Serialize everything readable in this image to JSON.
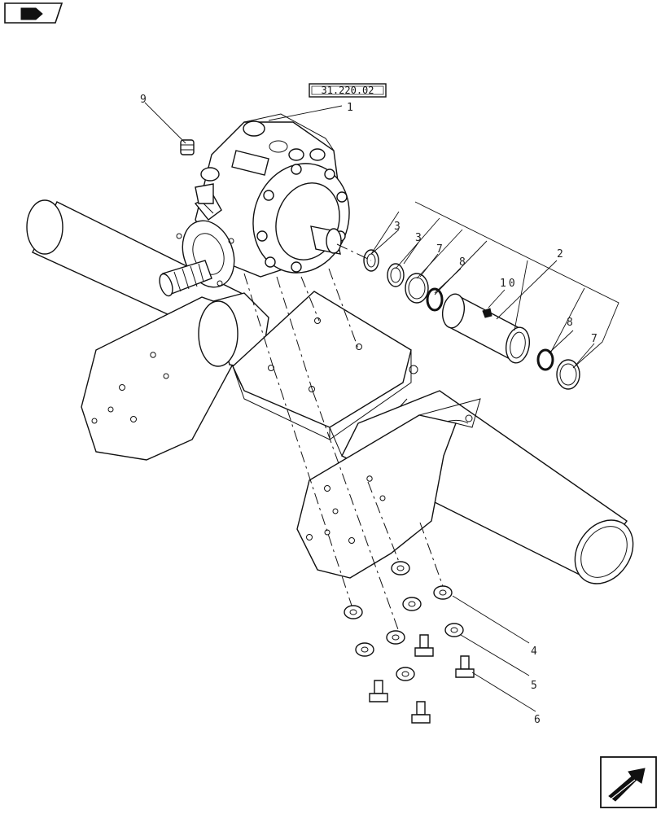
{
  "header": {
    "icon": "book-icon"
  },
  "reference_box": {
    "text": "31.220.02"
  },
  "callouts": {
    "c1": "1",
    "c2": "2",
    "c3a": "3",
    "c3b": "3",
    "c4": "4",
    "c5": "5",
    "c6": "6",
    "c7a": "7",
    "c7b": "7",
    "c8a": "8",
    "c8b": "8",
    "c9": "9",
    "c10": "10"
  },
  "footer": {
    "icon": "next-page-arrow-icon"
  }
}
